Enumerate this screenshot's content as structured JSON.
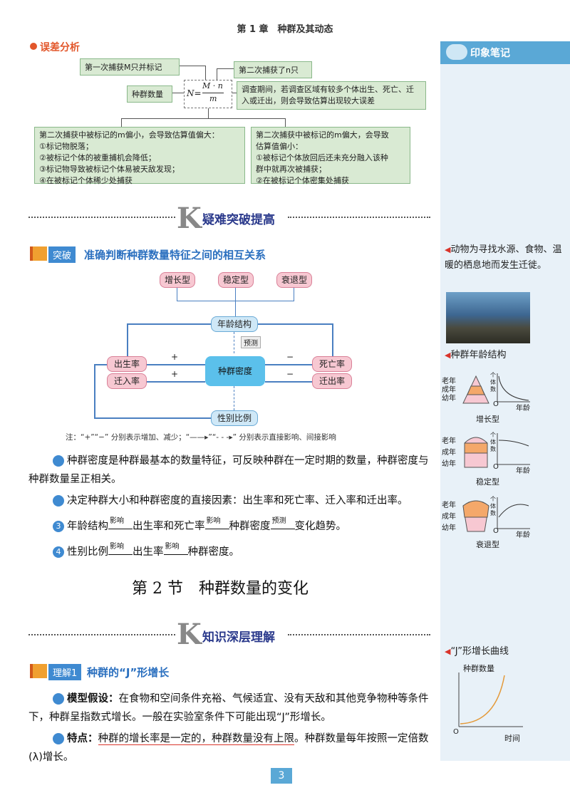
{
  "header": {
    "title": "第 1 章　种群及其动态"
  },
  "error_analysis": {
    "title": "误差分析",
    "first_capture": "第一次捕获M只并标记",
    "second_capture": "第二次捕获了n只",
    "pop_label": "种群数量",
    "formula_n": "N=",
    "formula_top": "M · n",
    "formula_bottom": "m",
    "survey_note": "调查期间，若调查区域有较多个体出生、死亡、迁入或迁出，则会导致估算出现较大误差",
    "left_box": [
      "第二次捕获中被标记的m偏小，会导致估算值偏大：",
      "①标记物脱落；",
      "②被标记个体的被重捕机会降低；",
      "③标记物导致被标记个体易被天敌发现；",
      "④在被标记个体稀少处捕获"
    ],
    "right_box": [
      "第二次捕获中被标记的m偏大，会导致",
      "估算值偏小：",
      "①被标记个体放回后还未充分融入该种",
      "群中就再次被捕获；",
      "②在被标记个体密集处捕获"
    ]
  },
  "banner1": {
    "k": "K",
    "title": "疑难突破提高"
  },
  "breakthrough": {
    "tag": "突破",
    "title": "准确判断种群数量特征之间的相互关系",
    "types": [
      "增长型",
      "稳定型",
      "衰退型"
    ],
    "age_structure": "年龄结构",
    "predict": "预测",
    "birth": "出生率",
    "immigration": "迁入率",
    "death": "死亡率",
    "emigration": "迁出率",
    "density": "种群密度",
    "sex_ratio": "性别比例",
    "plus": "+",
    "minus": "−",
    "note": "注：“+”“−” 分别表示增加、减少；“——▸”“- - -▸” 分别表示直接影响、间接影响"
  },
  "points": [
    "种群密度是种群最基本的数量特征，可反映种群在一定时期的数量，种群密度与种群数量呈正相关。",
    "决定种群大小和种群密度的直接因素：出生率和死亡率、迁入率和迁出率。"
  ],
  "point3": {
    "a": "年龄结构",
    "arrow1": "影响",
    "b": "出生率和死亡率",
    "arrow2": "影响",
    "c": "种群密度",
    "arrow3": "预测",
    "d": "变化趋势。"
  },
  "point4": {
    "a": "性别比例",
    "arrow1": "影响",
    "b": "出生率",
    "arrow2": "影响",
    "c": "种群密度。"
  },
  "section": {
    "title": "第 2 节　种群数量的变化"
  },
  "banner2": {
    "k": "K",
    "title": "知识深层理解"
  },
  "understand": {
    "tag": "理解1",
    "title": "种群的“J”形增长"
  },
  "model": {
    "label": "模型假设：",
    "text": "在食物和空间条件充裕、气候适宜、没有天敌和其他竞争物种等条件下，种群呈指数式增长。一般在实验室条件下可能出现“J”形增长。"
  },
  "feature": {
    "label": "特点：",
    "underlined": "种群的增长率是一定的，种群数量没有上限",
    "text": "。种群数量每年按照一定倍数(λ)增长。"
  },
  "sidebar": {
    "title": "印象笔记",
    "migration": "动物为寻找水源、食物、温暖的栖息地而发生迁徙。",
    "age_title": "种群年龄结构",
    "age_labels": [
      "老年",
      "成年",
      "幼年"
    ],
    "y_label": "个体数",
    "x_label": "年龄",
    "origin": "O",
    "types": [
      "增长型",
      "稳定型",
      "衰退型"
    ],
    "j_title": "“J”形增长曲线",
    "j_y": "种群数量",
    "j_x": "时间"
  },
  "page": {
    "number": "3"
  },
  "colors": {
    "accent_blue": "#3f8ad1",
    "green_box": "#d9ead3",
    "pink": "#f7c8d2",
    "cyan": "#5bc0eb",
    "sidebar": "#e8f1f8"
  }
}
